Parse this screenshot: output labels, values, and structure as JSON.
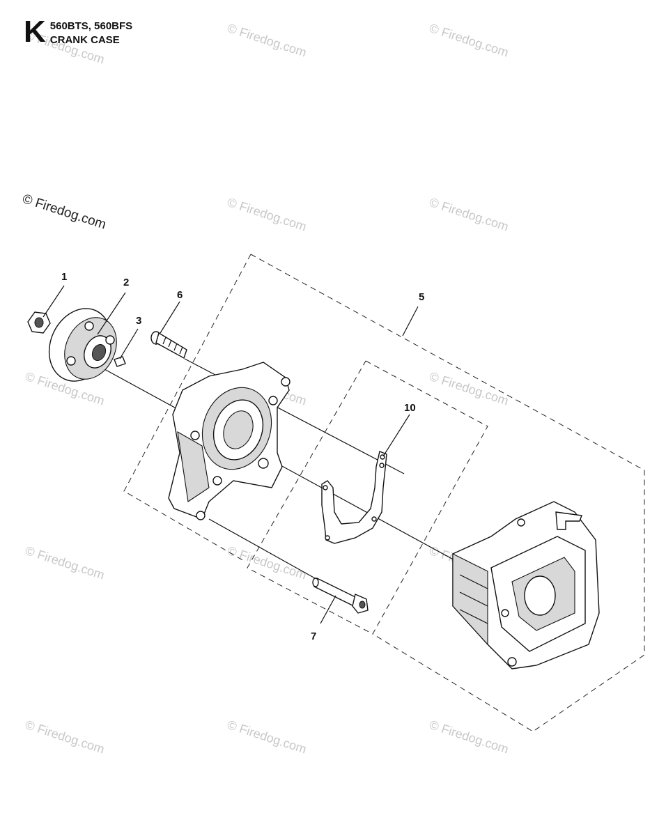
{
  "header": {
    "section_letter": "K",
    "models": "560BTS, 560BFS",
    "title": "CRANK CASE"
  },
  "copyright": "© Firedog.com",
  "watermark": "© Firedog.com",
  "callouts": {
    "c1": "1",
    "c2": "2",
    "c3": "3",
    "c5": "5",
    "c6": "6",
    "c7": "7",
    "c10": "10"
  }
}
